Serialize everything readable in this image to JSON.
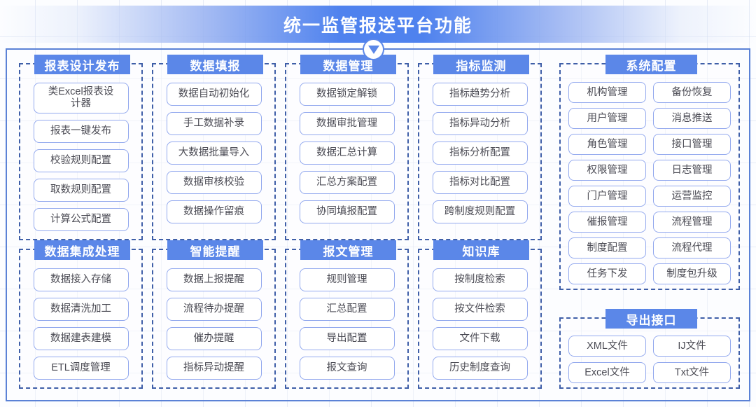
{
  "header": {
    "title": "统一监管报送平台功能",
    "arrow_icon": "chevron-down-triangle-icon"
  },
  "colors": {
    "header_blue": "#5b87e8",
    "item_border": "#93a9ee",
    "group_border": "#3f5fa8",
    "outer_border": "#5b82d6",
    "text": "#4b4b54"
  },
  "groups": [
    {
      "key": "report",
      "title": "报表设计发布",
      "items": [
        "类Excel报表设\n计器",
        "报表一键发布",
        "校验规则配置",
        "取数规则配置",
        "计算公式配置"
      ]
    },
    {
      "key": "fill",
      "title": "数据填报",
      "items": [
        "数据自动初始化",
        "手工数据补录",
        "大数据批量导入",
        "数据审核校验",
        "数据操作留痕"
      ]
    },
    {
      "key": "manage",
      "title": "数据管理",
      "items": [
        "数据锁定解锁",
        "数据审批管理",
        "数据汇总计算",
        "汇总方案配置",
        "协同填报配置"
      ]
    },
    {
      "key": "monitor",
      "title": "指标监测",
      "items": [
        "指标趋势分析",
        "指标异动分析",
        "指标分析配置",
        "指标对比配置",
        "跨制度规则配置"
      ]
    },
    {
      "key": "integration",
      "title": "数据集成处理",
      "items": [
        "数据接入存储",
        "数据清洗加工",
        "数据建表建模",
        "ETL调度管理"
      ]
    },
    {
      "key": "reminder",
      "title": "智能提醒",
      "items": [
        "数据上报提醒",
        "流程待办提醒",
        "催办提醒",
        "指标异动提醒"
      ]
    },
    {
      "key": "message",
      "title": "报文管理",
      "items": [
        "规则管理",
        "汇总配置",
        "导出配置",
        "报文查询"
      ]
    },
    {
      "key": "knowledge",
      "title": "知识库",
      "items": [
        "按制度检索",
        "按文件检索",
        "文件下载",
        "历史制度查询"
      ]
    }
  ],
  "system_config": {
    "title": "系统配置",
    "items": [
      "机构管理",
      "备份恢复",
      "用户管理",
      "消息推送",
      "角色管理",
      "接口管理",
      "权限管理",
      "日志管理",
      "门户管理",
      "运营监控",
      "催报管理",
      "流程管理",
      "制度配置",
      "流程代理",
      "任务下发",
      "制度包升级"
    ]
  },
  "export_interface": {
    "title": "导出接口",
    "items": [
      "XML文件",
      "IJ文件",
      "Excel文件",
      "Txt文件"
    ]
  }
}
